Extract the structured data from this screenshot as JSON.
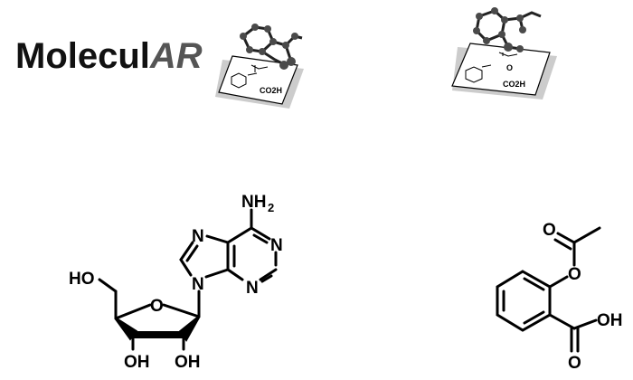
{
  "logo": {
    "part1": "Molecul",
    "part2": "AR"
  },
  "card_label": "CO2H",
  "adenosine": {
    "labels": {
      "nh2": "NH",
      "nh2_sub": "2",
      "n1": "N",
      "n3": "N",
      "n7": "N",
      "n9": "N",
      "ring_o": "O",
      "ho5": "HO",
      "oh3": "OH",
      "oh2": "OH"
    }
  },
  "aspirin": {
    "labels": {
      "carbonyl_o": "O",
      "ester_o": "O",
      "acid_oh": "OH",
      "acid_o": "O"
    }
  },
  "colors": {
    "logo_dark": "#111111",
    "logo_accent": "#555555",
    "ball": "#4a4a4a"
  }
}
